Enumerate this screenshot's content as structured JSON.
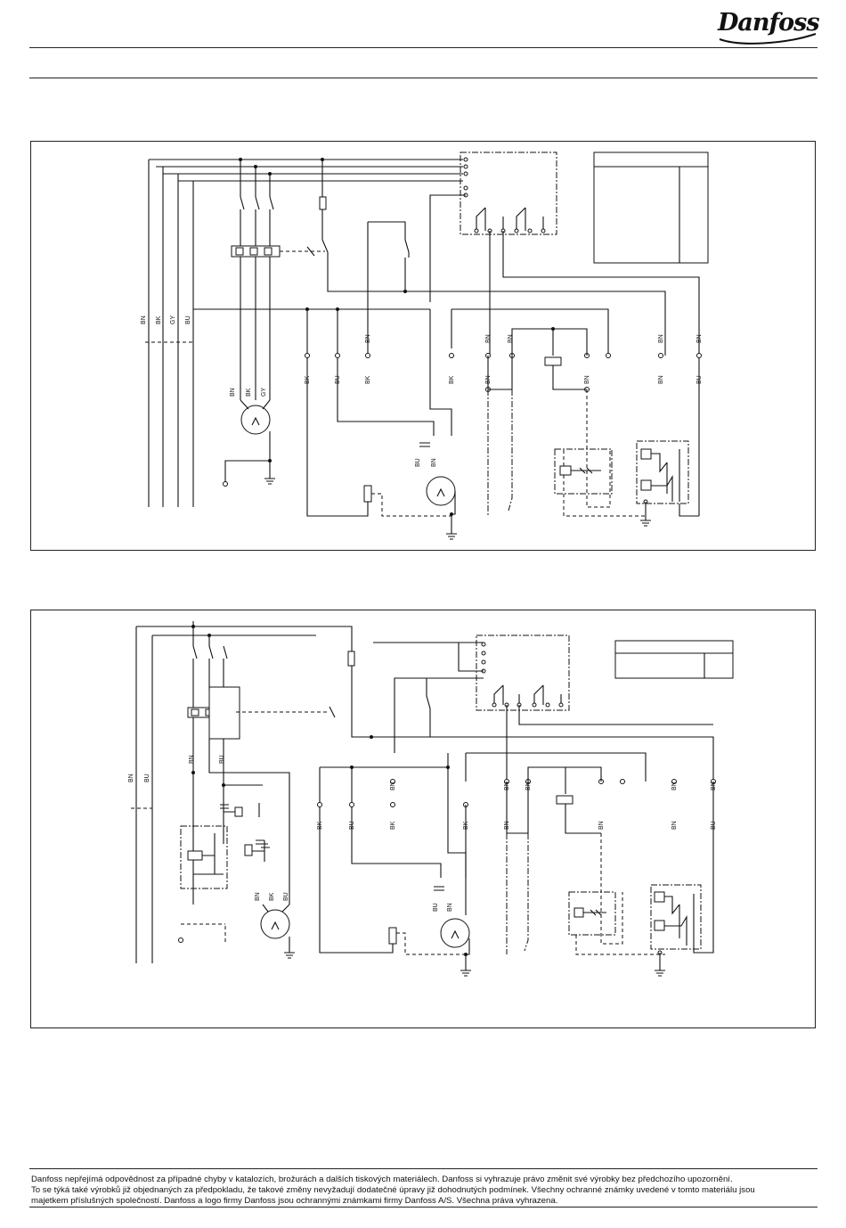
{
  "brand": {
    "logo_text": "Danfoss"
  },
  "diagram_top": {
    "wire_labels_upper": [
      "BN",
      "BK",
      "GY",
      "BU",
      "BN",
      "BN",
      "BN",
      "BN",
      "BN"
    ],
    "wire_labels_lower": [
      "BK",
      "BU",
      "BK",
      "BK",
      "BN",
      "BN",
      "BN",
      "BU"
    ],
    "motor_labels": [
      "BN",
      "BK",
      "GY"
    ],
    "fan_labels": [
      "BU",
      "BN"
    ]
  },
  "diagram_bottom": {
    "wire_labels_upper": [
      "BN",
      "BU",
      "BN",
      "BU",
      "BN",
      "BN",
      "BN",
      "BN",
      "BN"
    ],
    "wire_labels_lower": [
      "BK",
      "BU",
      "BK",
      "BK",
      "BN",
      "BN",
      "BN",
      "BU"
    ],
    "motor_labels": [
      "BN",
      "BK",
      "BU"
    ],
    "fan_labels": [
      "BU",
      "BN"
    ]
  },
  "footer": {
    "line1": "Danfoss nepřejímá odpovědnost za případné chyby v katalozích, brožurách a dalších tiskových materiálech. Danfoss si vyhrazuje právo změnit své výrobky bez předchozího upozornění.",
    "line2": "To se týká také výrobků již objednaných za předpokladu, že takové změny nevyžadují dodatečné úpravy již dohodnutých podmínek. Všechny ochranné známky uvedené v tomto materiálu jsou",
    "line3": "majetkem příslušných společností. Danfoss a logo firmy Danfoss jsou ochrannými známkami firmy Danfoss A/S. Všechna práva vyhrazena."
  }
}
